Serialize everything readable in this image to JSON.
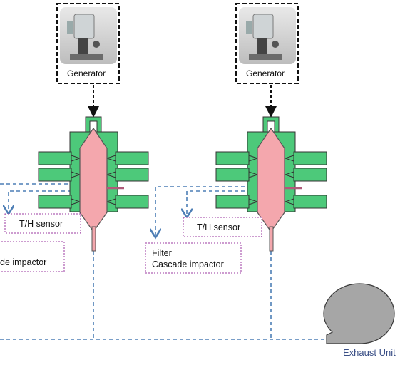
{
  "left_unit": {
    "generator_label": "Generator",
    "th_sensor_label": "T/H sensor",
    "impactor_label": "de impactor"
  },
  "right_unit": {
    "generator_label": "Generator",
    "th_sensor_label": "T/H sensor",
    "filter_label": "Filter",
    "impactor_label": "Cascade impactor"
  },
  "exhaust_label": "Exhaust Unit",
  "colors": {
    "chamber_fill": "#f4a7ad",
    "chamber_stroke": "#555555",
    "port_fill": "#4dc97a",
    "duct_line": "#4d7eb5",
    "exhaust_fill": "#a6a6a6",
    "label_box_border": "#9b3aa0"
  }
}
